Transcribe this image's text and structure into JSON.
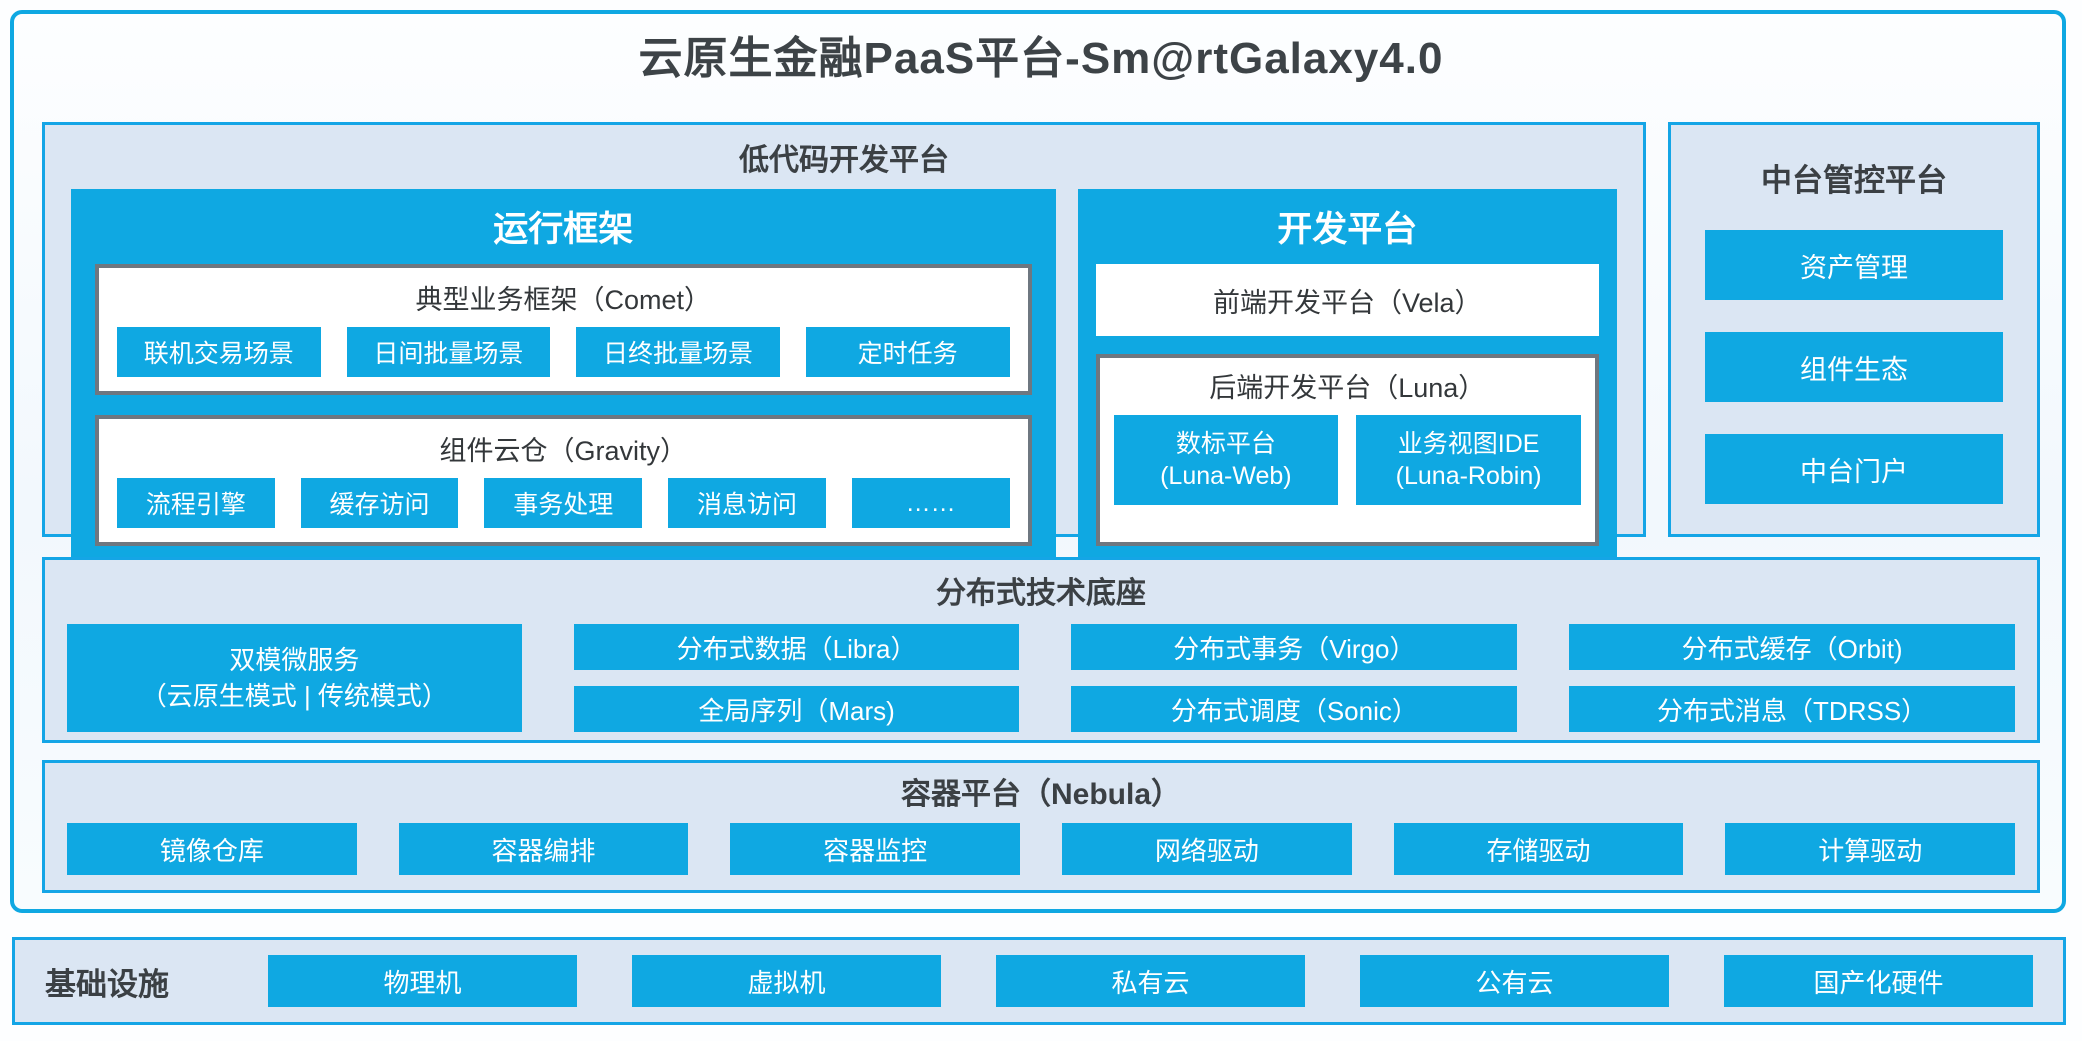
{
  "colors": {
    "accent_blue": "#0fa8e2",
    "panel_bg": "#dbe6f3",
    "panel_border": "#14a5e6",
    "inner_box_border": "#6e7780",
    "heading_text": "#3b4044",
    "button_text": "#ffffff"
  },
  "title": "云原生金融PaaS平台-Sm@rtGalaxy4.0",
  "lowcode": {
    "title": "低代码开发平台",
    "runtime": {
      "title": "运行框架",
      "comet": {
        "title": "典型业务框架（Comet）",
        "items": [
          "联机交易场景",
          "日间批量场景",
          "日终批量场景",
          "定时任务"
        ]
      },
      "gravity": {
        "title": "组件云仓（Gravity）",
        "items": [
          "流程引擎",
          "缓存访问",
          "事务处理",
          "消息访问",
          "……"
        ]
      }
    },
    "dev": {
      "title": "开发平台",
      "vela": "前端开发平台（Vela）",
      "luna": {
        "title": "后端开发平台（Luna）",
        "items": [
          {
            "line1": "数标平台",
            "line2": "(Luna-Web)"
          },
          {
            "line1": "业务视图IDE",
            "line2": "(Luna-Robin)"
          }
        ]
      }
    }
  },
  "midplatform": {
    "title": "中台管控平台",
    "items": [
      "资产管理",
      "组件生态",
      "中台门户"
    ]
  },
  "distributed": {
    "title": "分布式技术底座",
    "dual": {
      "line1": "双模微服务",
      "line2": "（云原生模式 | 传统模式）"
    },
    "row1": [
      "分布式数据（Libra）",
      "分布式事务（Virgo）",
      "分布式缓存（Orbit)"
    ],
    "row2": [
      "全局序列（Mars)",
      "分布式调度（Sonic）",
      "分布式消息（TDRSS）"
    ]
  },
  "container_platform": {
    "title": "容器平台（Nebula）",
    "items": [
      "镜像仓库",
      "容器编排",
      "容器监控",
      "网络驱动",
      "存储驱动",
      "计算驱动"
    ]
  },
  "infrastructure": {
    "label": "基础设施",
    "items": [
      "物理机",
      "虚拟机",
      "私有云",
      "公有云",
      "国产化硬件"
    ]
  }
}
